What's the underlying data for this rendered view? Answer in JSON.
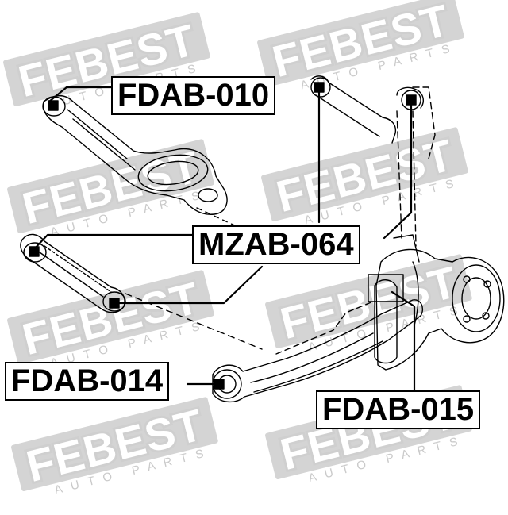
{
  "watermark": {
    "logo": "FEBEST",
    "tagline": "AUTO PARTS"
  },
  "labels": {
    "fdab_010": "FDAB-010",
    "mzab_064": "MZAB-064",
    "fdab_014": "FDAB-014",
    "fdab_015": "FDAB-015"
  }
}
